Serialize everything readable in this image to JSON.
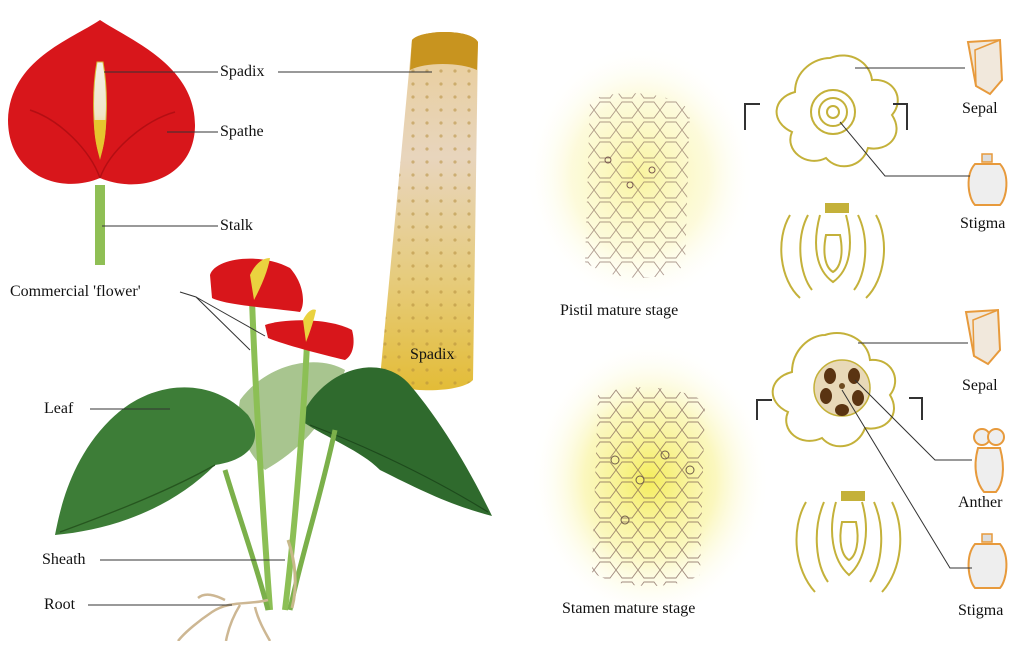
{
  "plant_labels": {
    "spadix": "Spadix",
    "spathe": "Spathe",
    "stalk": "Stalk",
    "commercial_flower": "Commercial 'flower'",
    "leaf": "Leaf",
    "sheath": "Sheath",
    "root": "Root",
    "spadix_caption": "Spadix"
  },
  "pistil_panel": {
    "caption": "Pistil mature stage",
    "sepal_label": "Sepal",
    "stigma_label": "Stigma"
  },
  "stamen_panel": {
    "caption": "Stamen mature stage",
    "sepal_label": "Sepal",
    "anther_label": "Anther",
    "stigma_label": "Stigma"
  },
  "colors": {
    "spathe_red": "#d8161b",
    "spadix_yellow": "#e8c437",
    "leaf_green": "#3d7d37",
    "stem_green": "#8cbf55",
    "outline_olive": "#c4b13a",
    "anther_brown": "#5a3412",
    "glow_yellow": "#f5f07a",
    "icon_orange": "#e79a3c"
  }
}
